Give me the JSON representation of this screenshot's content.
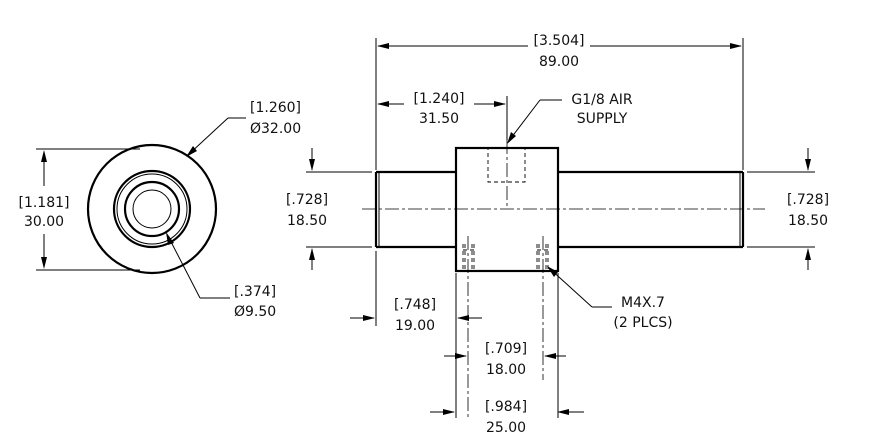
{
  "left_view": {
    "outer_diameter": {
      "inch": "[1.260]",
      "mm": "Ø32.00"
    },
    "height": {
      "inch": "[1.181]",
      "mm": "30.00"
    },
    "bore_diameter": {
      "inch": "[.374]",
      "mm": "Ø9.50"
    }
  },
  "front_view": {
    "overall_length": {
      "inch": "[3.504]",
      "mm": "89.00"
    },
    "port_offset": {
      "inch": "[1.240]",
      "mm": "31.50"
    },
    "air_supply_note": {
      "line1": "G1/8 AIR",
      "line2": "SUPPLY"
    },
    "shaft_height_left": {
      "inch": "[.728]",
      "mm": "18.50"
    },
    "shaft_height_right": {
      "inch": "[.728]",
      "mm": "18.50"
    },
    "thread_note": {
      "line1": "M4X.7",
      "line2": "(2 PLCS)"
    },
    "body_offset": {
      "inch": "[.748]",
      "mm": "19.00"
    },
    "hole_spacing": {
      "inch": "[.709]",
      "mm": "18.00"
    },
    "body_width": {
      "inch": "[.984]",
      "mm": "25.00"
    }
  }
}
